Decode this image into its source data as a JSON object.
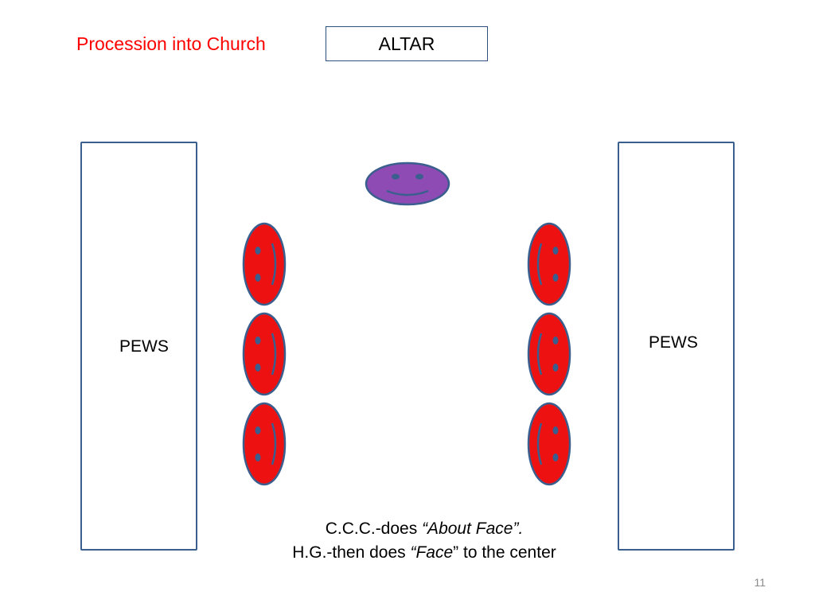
{
  "slide": {
    "title": "Procession into Church",
    "title_color": "#ff0000",
    "altar_label": "ALTAR",
    "pews_left_label": "PEWS",
    "pews_right_label": "PEWS",
    "caption_line1_prefix": "C.C.C.-does ",
    "caption_line1_italic": "“About Face”.",
    "caption_line2_prefix": "H.G.-then does ",
    "caption_line2_italic": "“Face",
    "caption_line2_suffix": "” to the center",
    "slide_number": "11"
  },
  "figures": {
    "leader_color": "#8e4bb3",
    "member_color": "#ee1111",
    "outline_color": "#3a5f8f",
    "left_column_count": 3,
    "right_column_count": 3
  }
}
